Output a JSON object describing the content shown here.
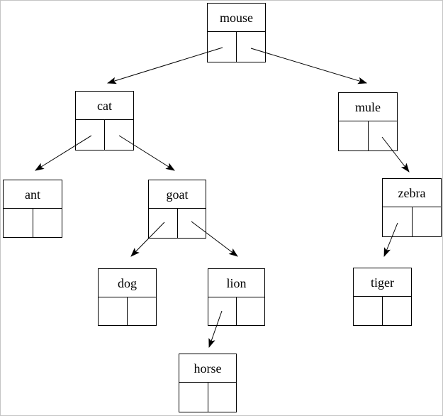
{
  "diagram": {
    "type": "binary-tree",
    "root": "mouse",
    "nodes": [
      {
        "id": "mouse",
        "label": "mouse",
        "left": "cat",
        "right": "mule"
      },
      {
        "id": "cat",
        "label": "cat",
        "left": "ant",
        "right": "goat"
      },
      {
        "id": "mule",
        "label": "mule",
        "left": null,
        "right": "zebra"
      },
      {
        "id": "ant",
        "label": "ant",
        "left": null,
        "right": null
      },
      {
        "id": "goat",
        "label": "goat",
        "left": "dog",
        "right": "lion"
      },
      {
        "id": "zebra",
        "label": "zebra",
        "left": "tiger",
        "right": null
      },
      {
        "id": "dog",
        "label": "dog",
        "left": null,
        "right": null
      },
      {
        "id": "lion",
        "label": "lion",
        "left": "horse",
        "right": null
      },
      {
        "id": "tiger",
        "label": "tiger",
        "left": null,
        "right": null
      },
      {
        "id": "horse",
        "label": "horse",
        "left": null,
        "right": null
      }
    ],
    "edges": [
      {
        "from": "mouse",
        "pointer": "left",
        "to": "cat"
      },
      {
        "from": "mouse",
        "pointer": "right",
        "to": "mule"
      },
      {
        "from": "cat",
        "pointer": "left",
        "to": "ant"
      },
      {
        "from": "cat",
        "pointer": "right",
        "to": "goat"
      },
      {
        "from": "mule",
        "pointer": "right",
        "to": "zebra"
      },
      {
        "from": "goat",
        "pointer": "left",
        "to": "dog"
      },
      {
        "from": "goat",
        "pointer": "right",
        "to": "lion"
      },
      {
        "from": "zebra",
        "pointer": "left",
        "to": "tiger"
      },
      {
        "from": "lion",
        "pointer": "left",
        "to": "horse"
      }
    ],
    "colors": {
      "line": "#000000",
      "background": "#ffffff",
      "frame_border": "#c4c4c4"
    }
  }
}
